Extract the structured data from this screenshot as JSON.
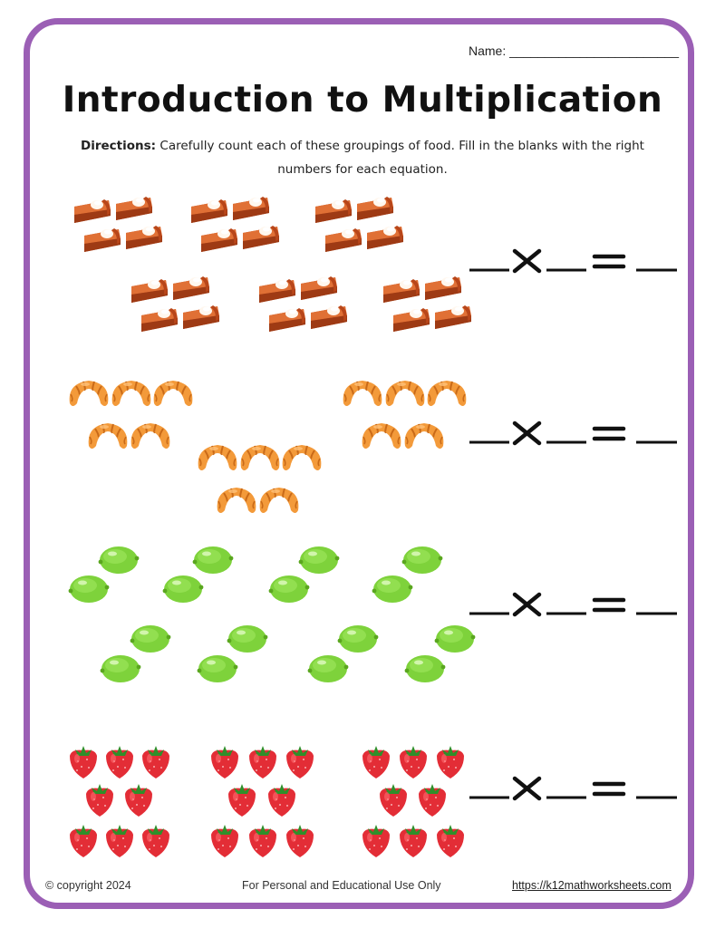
{
  "worksheet": {
    "name_label": "Name: ________________________",
    "title": "Introduction to Multiplication",
    "directions_label": "Directions:",
    "directions_text": "Carefully count each of these groupings of food. Fill in the blanks with the right numbers for each equation.",
    "rows": [
      {
        "food": "pie-slice",
        "groups": 6,
        "per_group": 4
      },
      {
        "food": "croissant",
        "groups": 3,
        "per_group": 5
      },
      {
        "food": "lime",
        "groups": 8,
        "per_group": 2
      },
      {
        "food": "strawberry",
        "groups": 3,
        "per_group": 8
      }
    ],
    "equation_icons": [
      "multiply-icon",
      "equals-icon"
    ]
  },
  "footer": {
    "copyright": "© copyright 2024",
    "usage": "For Personal and Educational Use Only",
    "url": "https://k12mathworksheets.com"
  },
  "colors": {
    "border": "#9b5fb5",
    "pie": "#d9622b",
    "croissant": "#f39a3a",
    "lime": "#7ed23b",
    "strawberry": "#e32d36"
  }
}
